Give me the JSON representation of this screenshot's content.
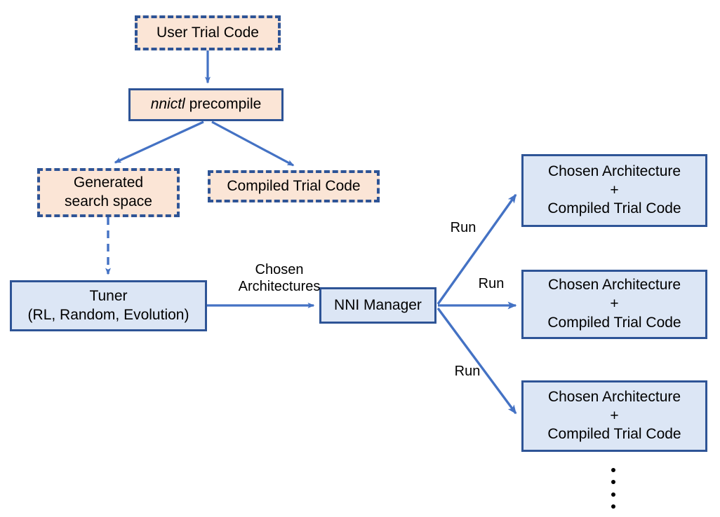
{
  "diagram": {
    "title": "NNI NAS precompile workflow",
    "colors": {
      "peach_fill": "#FBE5D6",
      "blue_fill": "#DCE6F5",
      "border": "#2E5496",
      "arrow": "#4472C4",
      "text": "#000000",
      "background": "#FFFFFF"
    },
    "nodes": {
      "user_trial_code": {
        "text": "User Trial Code",
        "style": "dashed-peach"
      },
      "nnictl_precompile": {
        "text_italic": "nnictl",
        "text_rest": " precompile",
        "style": "solid-peach"
      },
      "generated_search_space": {
        "line1": "Generated",
        "line2": "search space",
        "style": "dashed-peach"
      },
      "compiled_trial_code": {
        "text": "Compiled Trial Code",
        "style": "dashed-peach"
      },
      "tuner": {
        "line1": "Tuner",
        "line2": "(RL, Random, Evolution)",
        "style": "solid-blue"
      },
      "nni_manager": {
        "text": "NNI Manager",
        "style": "solid-blue"
      },
      "trial_1": {
        "line1": "Chosen Architecture",
        "line2": "+",
        "line3": "Compiled Trial Code",
        "style": "solid-blue"
      },
      "trial_2": {
        "line1": "Chosen Architecture",
        "line2": "+",
        "line3": "Compiled Trial Code",
        "style": "solid-blue"
      },
      "trial_3": {
        "line1": "Chosen Architecture",
        "line2": "+",
        "line3": "Compiled Trial Code",
        "style": "solid-blue"
      }
    },
    "edge_labels": {
      "chosen_architectures": "Chosen\nArchitectures",
      "run_1": "Run",
      "run_2": "Run",
      "run_3": "Run"
    },
    "continuation": {
      "symbol": "vertical-ellipsis",
      "dot_count": 4
    }
  }
}
